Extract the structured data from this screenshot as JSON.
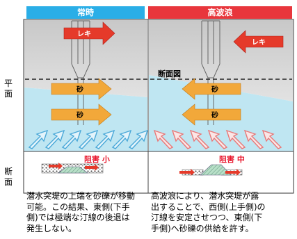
{
  "headers": {
    "normal": "常時",
    "high_wave": "高波浪",
    "normal_color": "#2aaee7",
    "high_wave_color": "#e8363c"
  },
  "row_labels": {
    "plan": "平面",
    "section": "断面"
  },
  "plan": {
    "section_line_label": "断面図",
    "groin_arrow_label": "レキ",
    "sand_arrow_label": "砂"
  },
  "section": {
    "normal_damage": "阻害 小",
    "high_wave_damage": "阻害 中"
  },
  "captions": {
    "normal": [
      "潜水突堤の上端を砂礫が移動",
      "可能。この結果、東側(下手",
      "側)では極端な汀線の後退は",
      "発生しない。"
    ],
    "high_wave": [
      "高波浪により、潜水突堤が露",
      "出することで、西側(上手側)の",
      "汀線を安定させつつ、東側(下",
      "手側)へ砂礫の供給を許す。"
    ]
  },
  "colors": {
    "sea": "#bfe6f2",
    "land": "#d4d4d4",
    "sand_arrow": "#f2a83a",
    "gravel_arrow": "#e53a2a",
    "wave_arrow_normal": "#4aa8d8",
    "wave_arrow_high": "#e87878"
  }
}
